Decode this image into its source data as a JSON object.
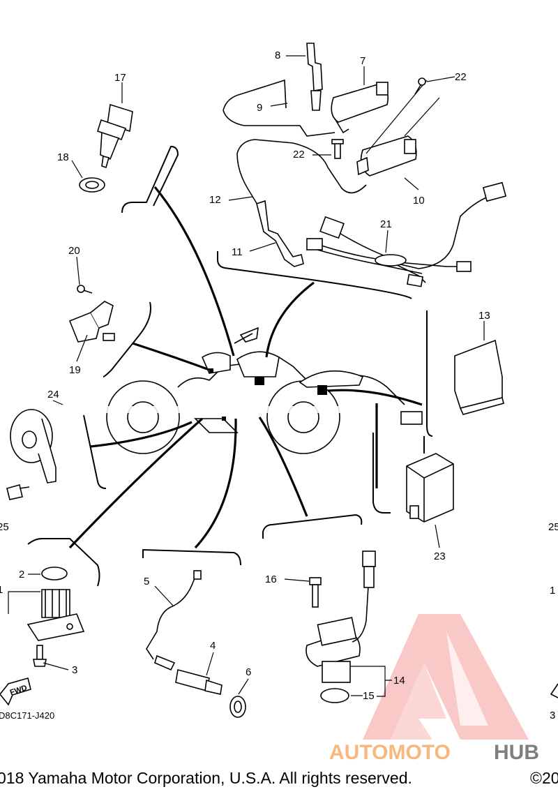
{
  "callouts": {
    "c1": "1",
    "c2": "2",
    "c3": "3",
    "c4": "4",
    "c5": "5",
    "c6": "6",
    "c7": "7",
    "c8": "8",
    "c9": "9",
    "c10": "10",
    "c11": "11",
    "c12": "12",
    "c13": "13",
    "c14": "14",
    "c15": "15",
    "c16": "16",
    "c17": "17",
    "c18": "18",
    "c19": "19",
    "c20": "20",
    "c21": "21",
    "c22a": "22",
    "c22b": "22",
    "c23": "23",
    "c24": "24",
    "c25a": "25",
    "c25b": "25",
    "c1r": "1",
    "c3r": "3"
  },
  "fwd_label": "FWD",
  "diagram_code": "D8C171-J420",
  "watermark": {
    "part1": "AUTOMOTO",
    "part2": "HUB",
    "color_part1": "#f7b77d",
    "color_part2": "#7f7f7f",
    "logo_color": "#f28a86"
  },
  "copyright": {
    "left": "018 Yamaha Motor Corporation, U.S.A. All rights reserved.",
    "right": "©20"
  }
}
